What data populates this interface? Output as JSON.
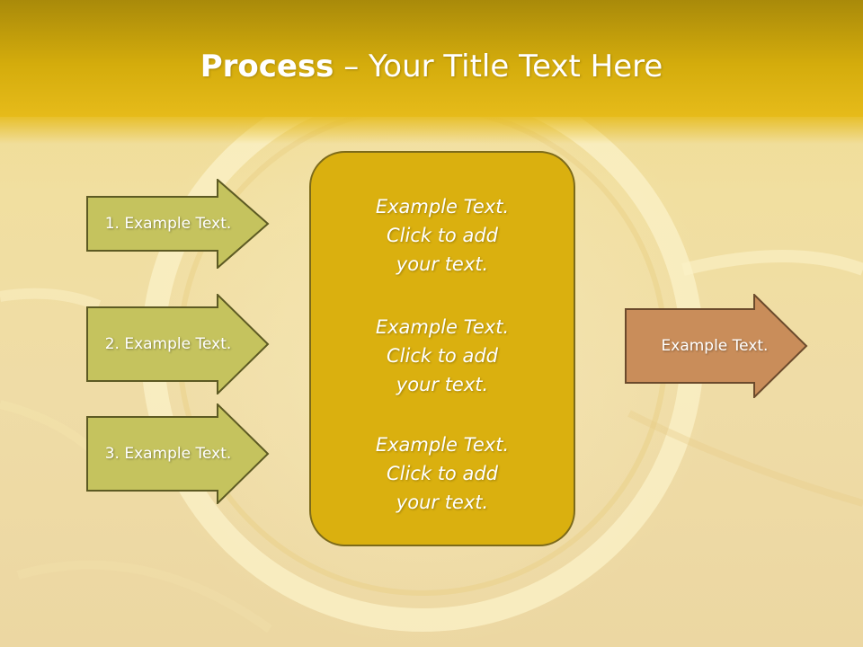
{
  "title": {
    "bold": "Process",
    "rest": " – Your Title Text Here"
  },
  "inputs": [
    {
      "label": "1. Example Text."
    },
    {
      "label": "2. Example Text."
    },
    {
      "label": "3. Example Text."
    }
  ],
  "center": {
    "blocks": [
      {
        "lines": [
          "Example Text.",
          "Click  to add",
          "your text."
        ]
      },
      {
        "lines": [
          "Example Text.",
          "Click  to add",
          "your text."
        ]
      },
      {
        "lines": [
          "Example Text.",
          "Click  to add",
          "your text."
        ]
      }
    ]
  },
  "output": {
    "label": "Example Text."
  },
  "colors": {
    "input_arrow_fill": "#c5c35e",
    "input_arrow_stroke": "#5d5a23",
    "output_arrow_fill": "#c98d5a",
    "output_arrow_stroke": "#6b4a2c",
    "center_fill": "#dab00f",
    "header": "#d4ac0c"
  }
}
